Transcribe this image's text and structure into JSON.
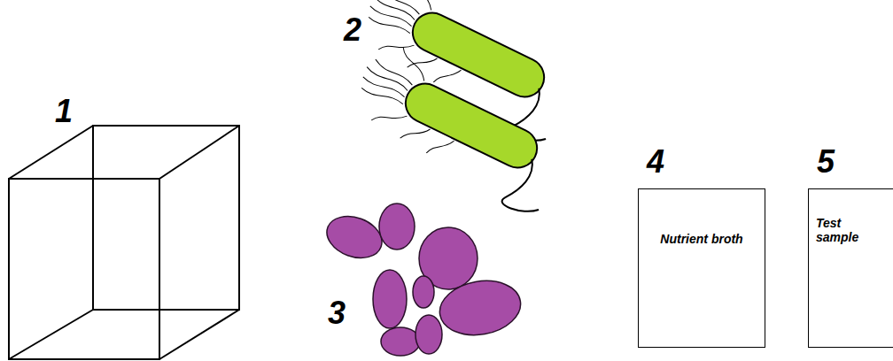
{
  "diagram": {
    "nodes": [
      {
        "text": [
          "4",
          "Nutrient broth"
        ]
      },
      {
        "text": [
          "5",
          "Test sample"
        ]
      }
    ],
    "labels": [
      "1",
      "2",
      "3"
    ]
  }
}
